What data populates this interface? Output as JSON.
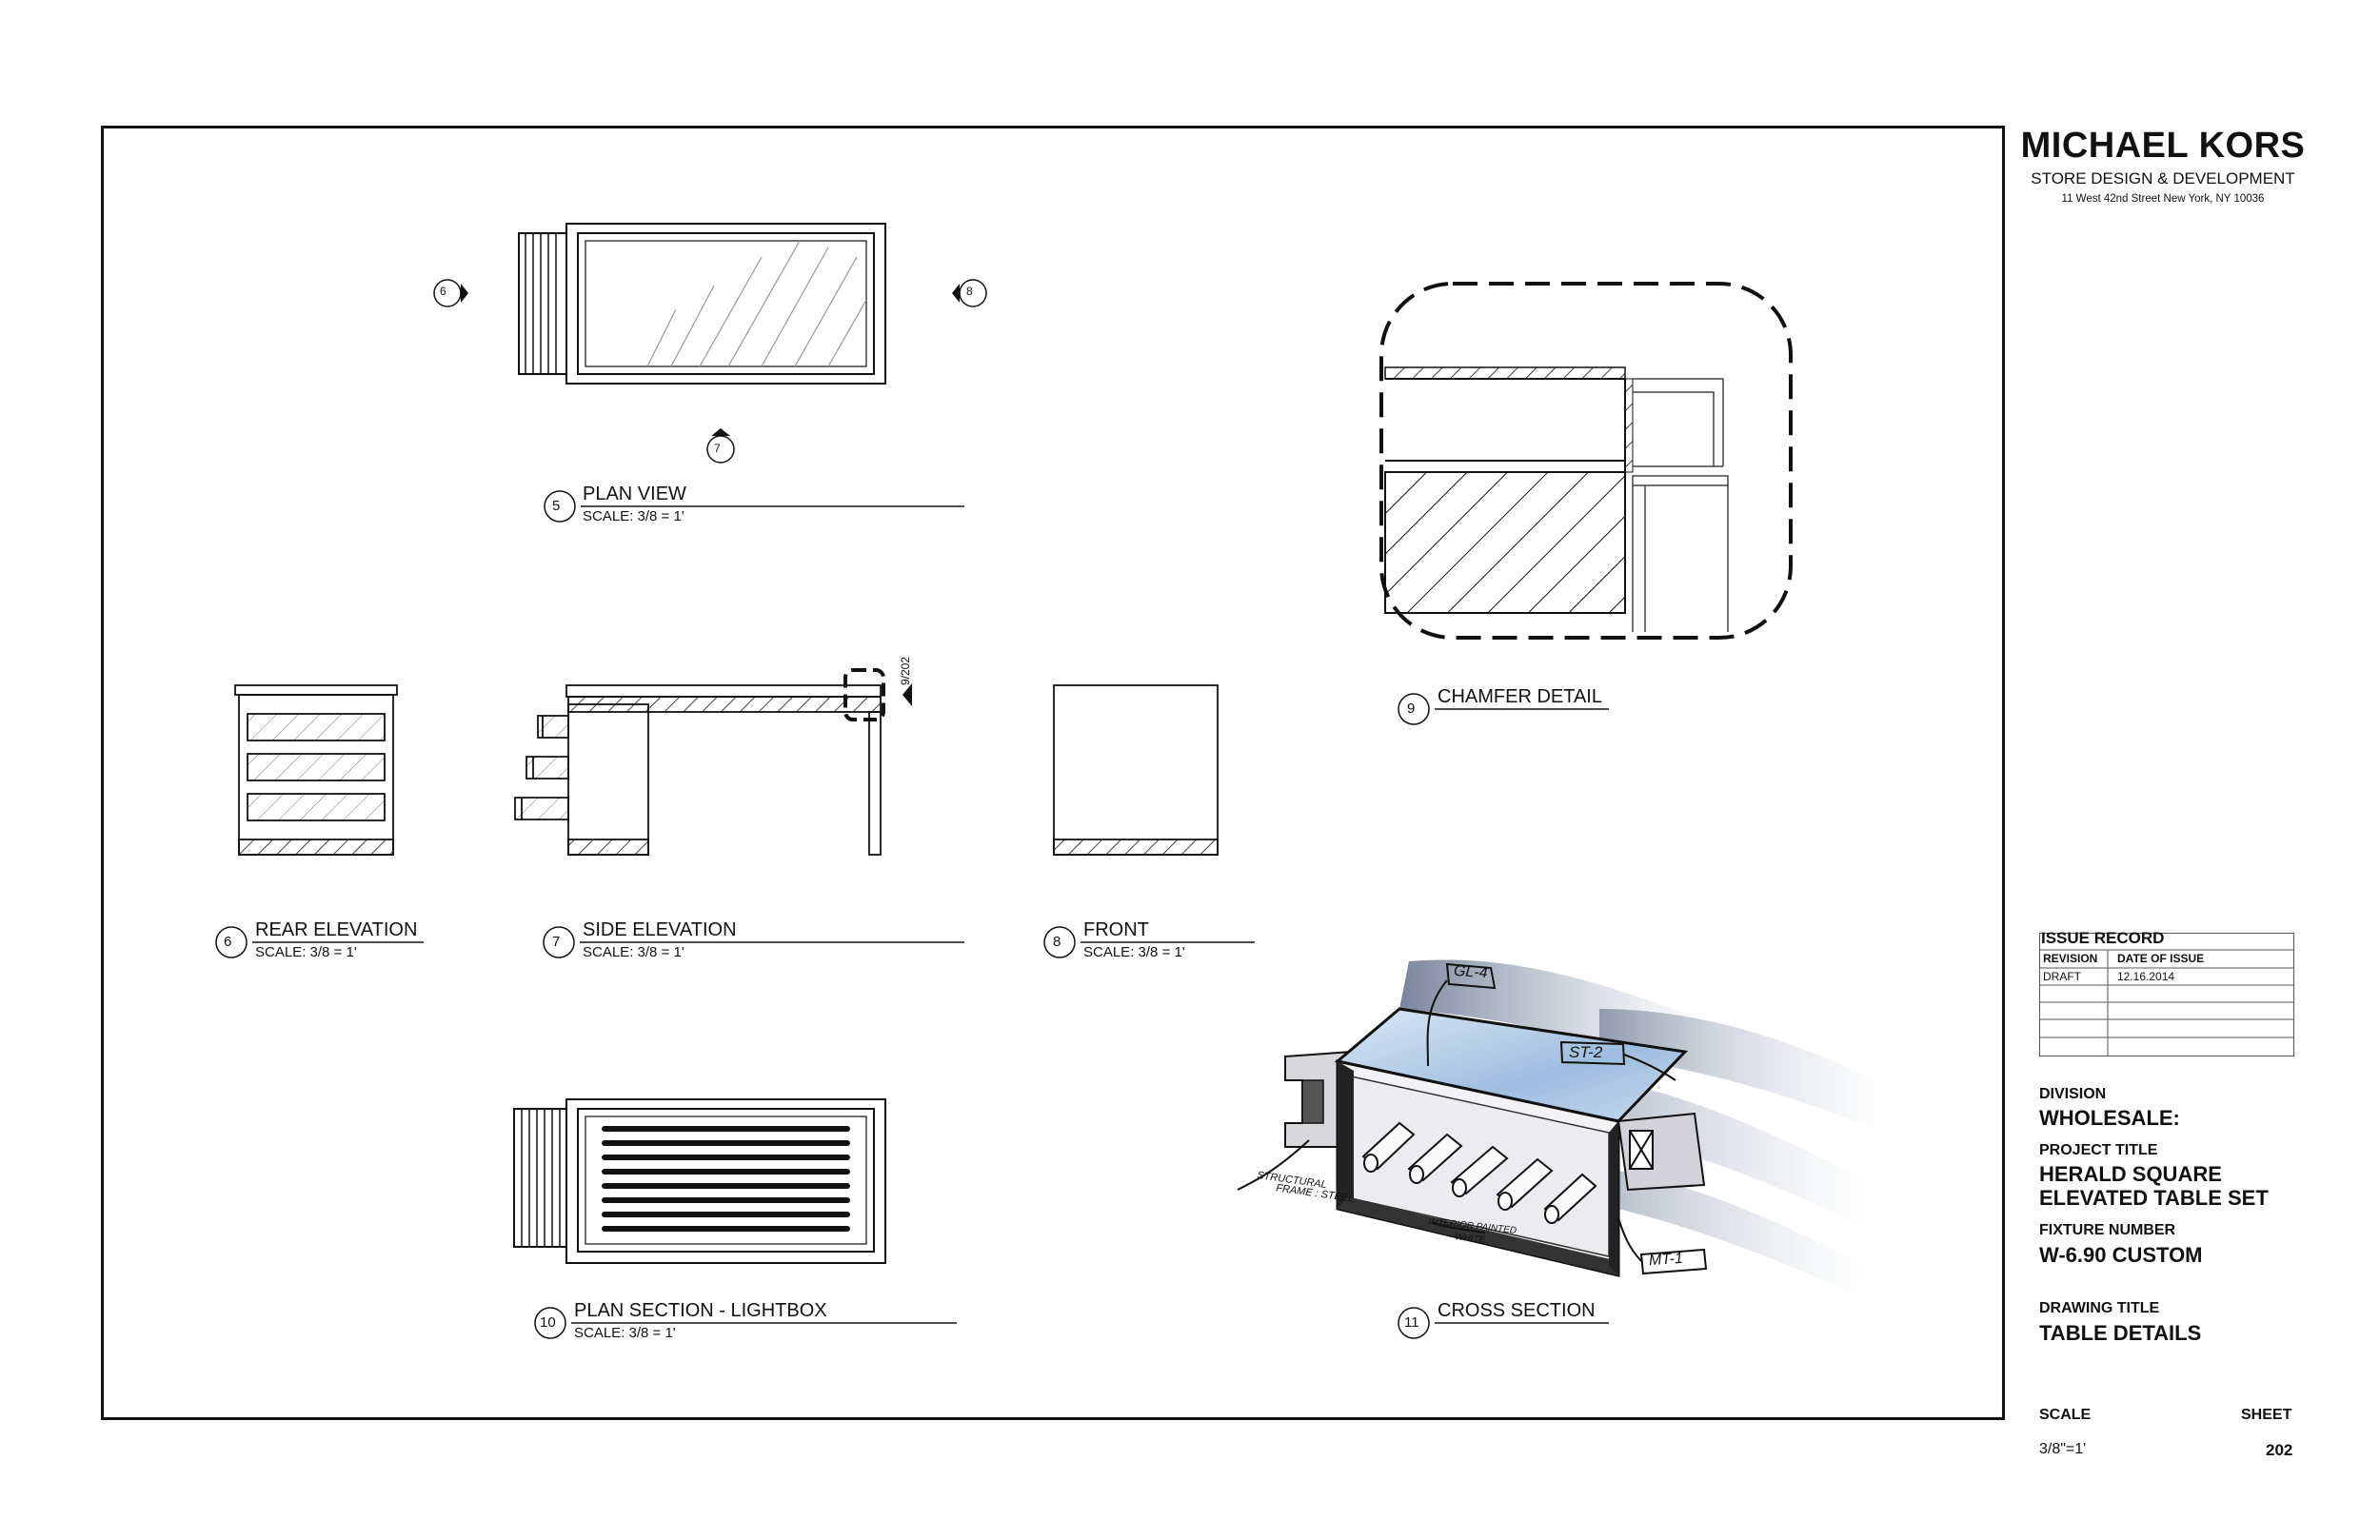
{
  "company": {
    "name": "MICHAEL KORS",
    "department": "STORE DESIGN & DEVELOPMENT",
    "address": "11 West 42nd Street New York, NY 10036"
  },
  "issue_record": {
    "title": "ISSUE RECORD",
    "headers": [
      "REVISION",
      "DATE OF ISSUE"
    ],
    "rows": [
      [
        "DRAFT",
        "12.16.2014"
      ]
    ]
  },
  "title_block": {
    "division_label": "DIVISION",
    "division": "WHOLESALE:",
    "project_label": "PROJECT TITLE",
    "project_line1": "HERALD SQUARE",
    "project_line2": "ELEVATED TABLE SET",
    "fixture_label": "FIXTURE NUMBER",
    "fixture": "W-6.90 CUSTOM",
    "drawing_label": "DRAWING TITLE",
    "drawing_title": "TABLE DETAILS",
    "scale_label": "SCALE",
    "scale": "3/8\"=1'",
    "sheet_label": "SHEET",
    "sheet": "202"
  },
  "views": {
    "plan": {
      "num": "5",
      "title": "PLAN VIEW",
      "scale": "SCALE: 3/8 = 1'"
    },
    "rear": {
      "num": "6",
      "title": "REAR ELEVATION",
      "scale": "SCALE: 3/8 = 1'"
    },
    "side": {
      "num": "7",
      "title": "SIDE ELEVATION",
      "scale": "SCALE: 3/8 = 1'"
    },
    "front": {
      "num": "8",
      "title": "FRONT",
      "scale": "SCALE: 3/8 = 1'"
    },
    "chamfer": {
      "num": "9",
      "title": "CHAMFER DETAIL"
    },
    "lightbox": {
      "num": "10",
      "title": "PLAN SECTION - LIGHTBOX",
      "scale": "SCALE: 3/8 = 1'"
    },
    "cross": {
      "num": "11",
      "title": "CROSS SECTION"
    }
  },
  "markers": {
    "left": "6",
    "right": "8",
    "bottom": "7",
    "detail_ref": "9/202"
  },
  "sketch_tags": {
    "gl": "GL-4",
    "st": "ST-2",
    "mt": "MT-1",
    "frame_line1": "STRUCTURAL",
    "frame_line2": "FRAME : STEEL",
    "interior_line1": "INTERIOR PAINTED",
    "interior_line2": "WHITE"
  },
  "colors": {
    "line": "#111111",
    "glass_blue": "#8fb3d6",
    "shadow": "#5a6a86"
  }
}
